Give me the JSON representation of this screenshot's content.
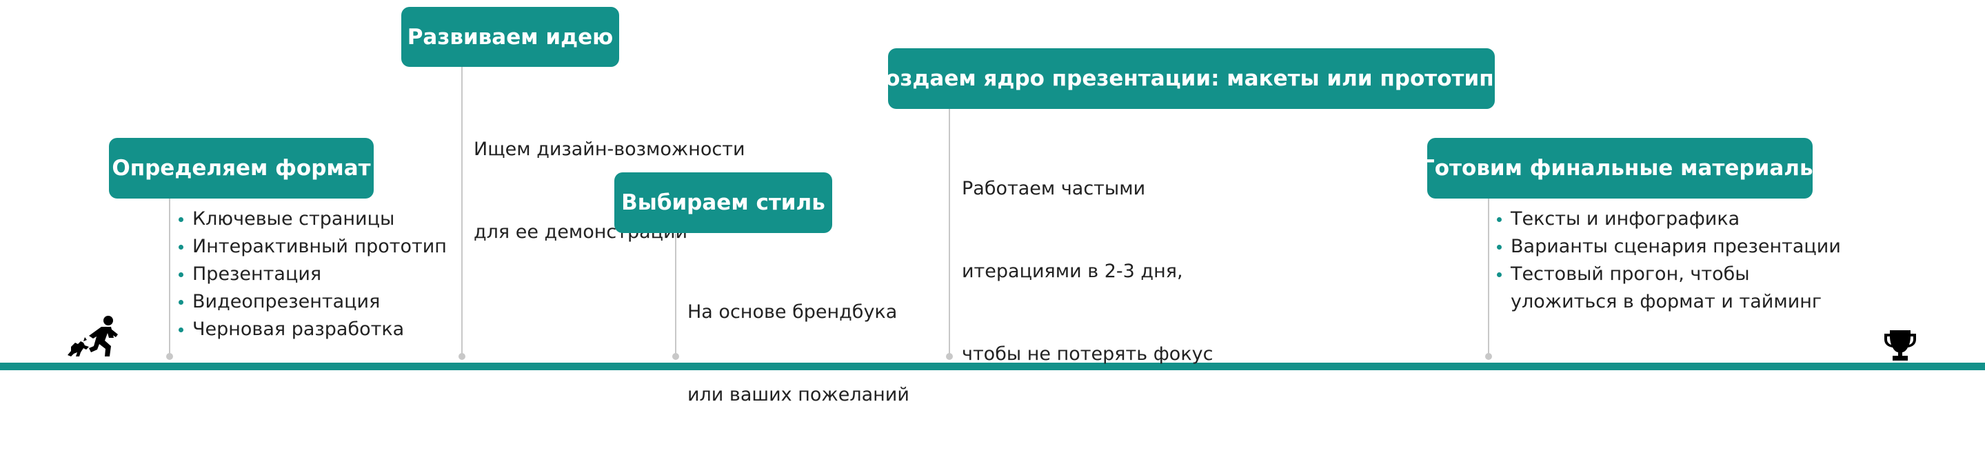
{
  "stages": [
    {
      "title": "Определяем формат",
      "bullets": [
        "Ключевые страницы",
        "Интерактивный прототип",
        "Презентация",
        "Видеопрезентация",
        "Черновая разработка"
      ]
    },
    {
      "title": "Развиваем идею",
      "description_lines": [
        "Ищем дизайн-возможности",
        "для ее демонстрации"
      ]
    },
    {
      "title": "Выбираем стиль",
      "description_lines": [
        "На основе брендбука",
        "или ваших пожеланий"
      ]
    },
    {
      "title": "Создаем ядро презентации: макеты или прототипы",
      "description_lines": [
        "Работаем частыми",
        "итерациями в 2-3 дня,",
        "чтобы не потерять фокус"
      ]
    },
    {
      "title": "Готовим финальные материалы",
      "bullets": [
        "Тексты и инфографика",
        "Варианты сценария презентации",
        "Тестовый прогон, чтобы"
      ],
      "bullet_continuation": "уложиться в формат и тайминг"
    }
  ],
  "icons": {
    "start": "runner-with-dog-icon",
    "finish": "trophy-icon"
  },
  "colors": {
    "accent": "#13918a",
    "stem": "#c8c8c8",
    "text": "#222222",
    "box_text": "#ffffff"
  }
}
